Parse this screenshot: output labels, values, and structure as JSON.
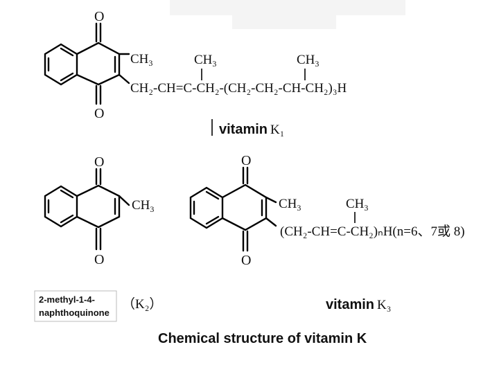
{
  "atoms": {
    "oxygen": "O"
  },
  "structures": {
    "k1": {
      "methyl": "CH",
      "methyl_sub": "3",
      "chain_methyl_1": "CH",
      "chain_methyl_1_sub": "3",
      "chain_methyl_2": "CH",
      "chain_methyl_2_sub": "3",
      "chain": "CH₂-CH=C-CH₂-(CH₂-CH₂-CH-CH₂)₃H",
      "label_word": "vitamin",
      "label_sub": "K₁"
    },
    "k2": {
      "methyl": "CH",
      "methyl_sub": "3",
      "name_line1": "2-methyl-1-4-",
      "name_line2": "naphthoquinone",
      "paren_label": "（K₂）"
    },
    "k3": {
      "methyl": "CH",
      "methyl_sub": "3",
      "chain_methyl": "CH",
      "chain_methyl_sub": "3",
      "chain": "(CH₂-CH=C-CH₂)ₙH(n=6、7或 8)",
      "label_word": "vitamin",
      "label_sub": "K₃"
    }
  },
  "caption": "Chemical structure of vitamin K",
  "colors": {
    "ink": "#111111",
    "background": "#ffffff"
  }
}
